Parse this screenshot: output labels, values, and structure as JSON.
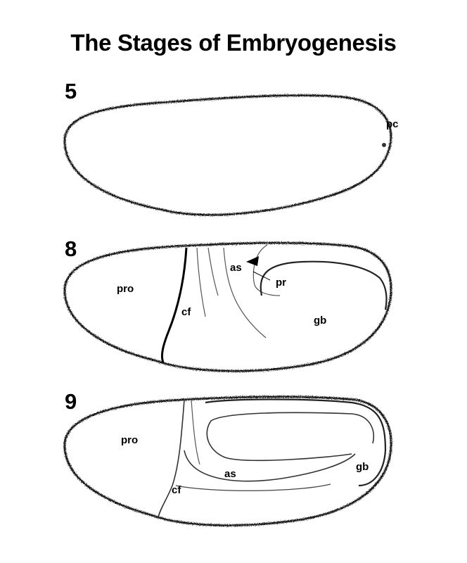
{
  "title": "The Stages of Embryogenesis",
  "stages": [
    {
      "number": "5",
      "labels": {
        "pc": "pc"
      }
    },
    {
      "number": "8",
      "labels": {
        "pro": "pro",
        "cf": "cf",
        "as": "as",
        "pr": "pr",
        "gb": "gb"
      }
    },
    {
      "number": "9",
      "labels": {
        "pro": "pro",
        "cf": "cf",
        "as": "as",
        "gb": "gb"
      }
    }
  ]
}
